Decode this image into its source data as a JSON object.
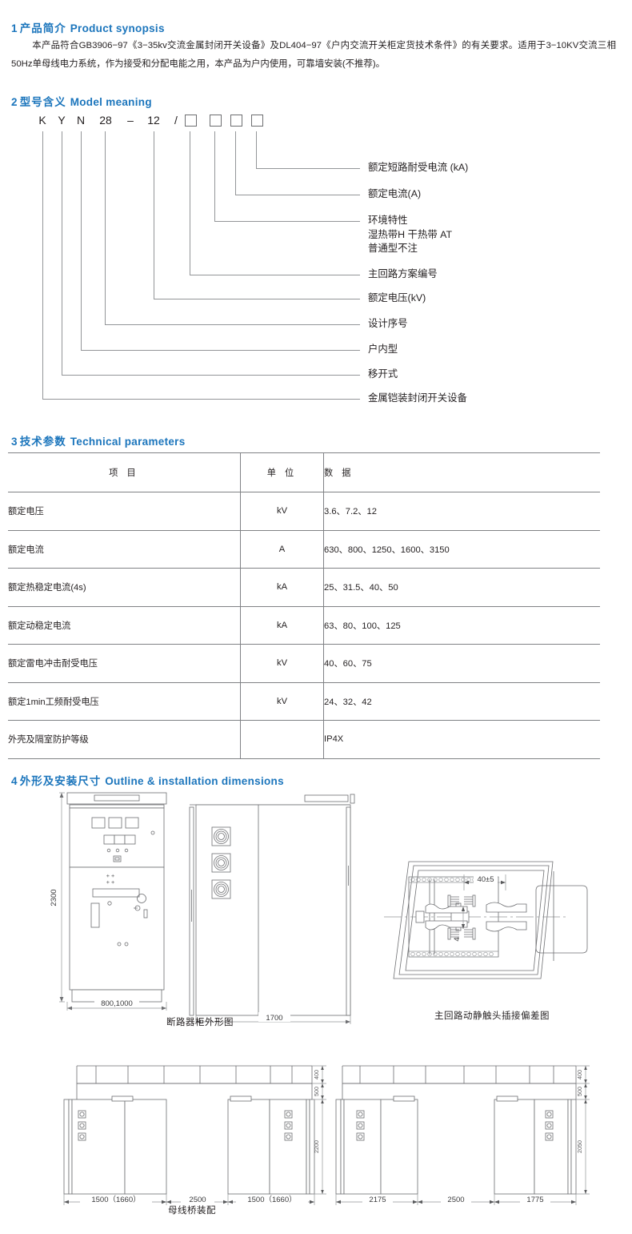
{
  "sections": {
    "s1": {
      "num": "1",
      "cn": "产品简介",
      "en": "Product synopsis"
    },
    "s2": {
      "num": "2",
      "cn": "型号含义",
      "en": "Model meaning"
    },
    "s3": {
      "num": "3",
      "cn": "技术参数",
      "en": "Technical parameters"
    },
    "s4": {
      "num": "4",
      "cn": "外形及安装尺寸",
      "en": "Outline & installation dimensions"
    }
  },
  "synopsis": {
    "text": "本产品符合GB3906−97《3−35kv交流金属封闭开关设备》及DL404−97《户内交流开关柜定货技术条件》的有关要求。适用于3−10KV交流三相50Hz单母线电力系统，作为接受和分配电能之用，本产品为户内使用，可靠墙安装(不推荐)。"
  },
  "model": {
    "code": [
      "K",
      "Y",
      "N",
      "28",
      "–",
      "12",
      "/"
    ],
    "boxes": 4,
    "labels": [
      {
        "line1": "额定短路耐受电流 (kA)"
      },
      {
        "line1": "额定电流(A)"
      },
      {
        "line1": "环境特性",
        "line2": "湿热带H   干热带 AT",
        "line3": "普通型不注"
      },
      {
        "line1": "主回路方案编号"
      },
      {
        "line1": "额定电压(kV)"
      },
      {
        "line1": "设计序号"
      },
      {
        "line1": "户内型"
      },
      {
        "line1": "移开式"
      },
      {
        "line1": "金属铠装封闭开关设备"
      }
    ]
  },
  "table": {
    "headers": [
      "项 目",
      "单 位",
      "数 据"
    ],
    "rows": [
      {
        "item": "额定电压",
        "unit": "kV",
        "data": "3.6、7.2、12"
      },
      {
        "item": "额定电流",
        "unit": "A",
        "data": "630、800、1250、1600、3150"
      },
      {
        "item": "额定热稳定电流(4s)",
        "unit": "kA",
        "data": "25、31.5、40、50"
      },
      {
        "item": "额定动稳定电流",
        "unit": "kA",
        "data": "63、80、100、125"
      },
      {
        "item": "额定雷电冲击耐受电压",
        "unit": "kV",
        "data": "40、60、75"
      },
      {
        "item": "额定1min工频耐受电压",
        "unit": "kV",
        "data": "24、32、42"
      },
      {
        "item": "外壳及隔室防护等级",
        "unit": "",
        "data": "IP4X"
      }
    ]
  },
  "drawings": {
    "front": {
      "height_dim": "2300",
      "width_dim": "800,1000"
    },
    "side": {
      "width_dim": "1700"
    },
    "breaker_caption": "断路器柜外形图",
    "contact": {
      "caption": "主回路动静触头插接偏差图",
      "dim_h": "40±5",
      "dim_v": "4"
    },
    "busbar_caption": "母线桥装配",
    "plan_left": {
      "widths": [
        "1500（1660）",
        "2500",
        "1500（1660）"
      ],
      "heights": [
        "400",
        "500",
        "2200"
      ]
    },
    "plan_right": {
      "widths": [
        "2175",
        "2500",
        "1775"
      ],
      "heights": [
        "400",
        "500",
        "2050"
      ]
    }
  },
  "colors": {
    "heading": "#1b75bc",
    "line": "#6d6e71",
    "text": "#231f20"
  }
}
